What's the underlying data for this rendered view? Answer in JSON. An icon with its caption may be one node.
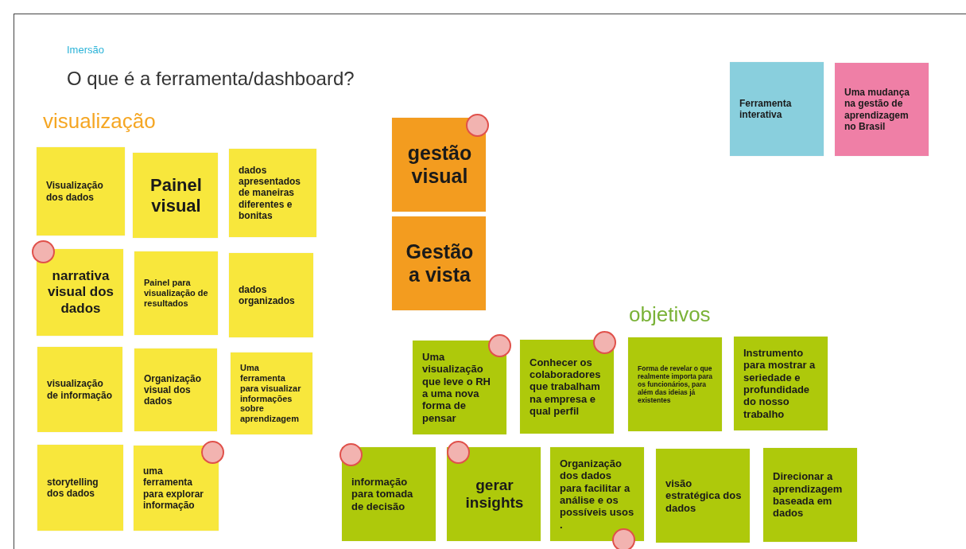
{
  "diagram": {
    "title": "O que é a ferramenta/dashboard?",
    "nodes": [
      {
        "text": [
          "Visualização dos dados"
        ]
      },
      {
        "text": [
          "Painel visual"
        ]
      },
      {
        "text": [
          "dados apresentados de maneiras diferentes e bonitas"
        ]
      },
      {
        "text": [
          "narrativa visual dos dados"
        ]
      },
      {
        "text": [
          "Painel para visualização de resultados"
        ]
      },
      {
        "text": [
          "dados organizados"
        ]
      },
      {
        "text": [
          "visualização de informação"
        ]
      },
      {
        "text": [
          "Organização visual dos dados"
        ]
      },
      {
        "text": [
          "Uma ferramenta para visualizar informações sobre aprendizagem"
        ]
      },
      {
        "text": [
          "storytelling dos dados"
        ]
      },
      {
        "text": [
          "uma ferramenta para explorar informação"
        ]
      },
      {
        "text": [
          "gestão visual"
        ]
      },
      {
        "text": [
          "Gestão a vista"
        ]
      },
      {
        "text": [
          "Ferramenta interativa"
        ]
      },
      {
        "text": [
          "Uma mudança na gestão de aprendizagem no Brasil"
        ]
      },
      {
        "text": [
          "Uma visualização que leve o RH a uma nova forma de pensar"
        ]
      },
      {
        "text": [
          "Conhecer os colaboradores que trabalham na empresa e qual perfil"
        ]
      },
      {
        "text": [
          "Forma de revelar o que realmente importa para os funcionários, para além das ideias já existentes"
        ]
      },
      {
        "text": [
          "Instrumento para mostrar a seriedade e profundidade do nosso trabalho"
        ]
      },
      {
        "text": [
          "informação para tomada de decisão"
        ]
      },
      {
        "text": [
          "gerar insights"
        ]
      },
      {
        "text": [
          "Organização dos dados para facilitar a análise e os possíveis usos ."
        ]
      },
      {
        "text": [
          "visão estratégica dos dados"
        ]
      },
      {
        "text": [
          "Direcionar a aprendizagem baseada em dados"
        ]
      }
    ],
    "labels": [
      "Imersão",
      "visualização",
      "objetivos"
    ]
  }
}
